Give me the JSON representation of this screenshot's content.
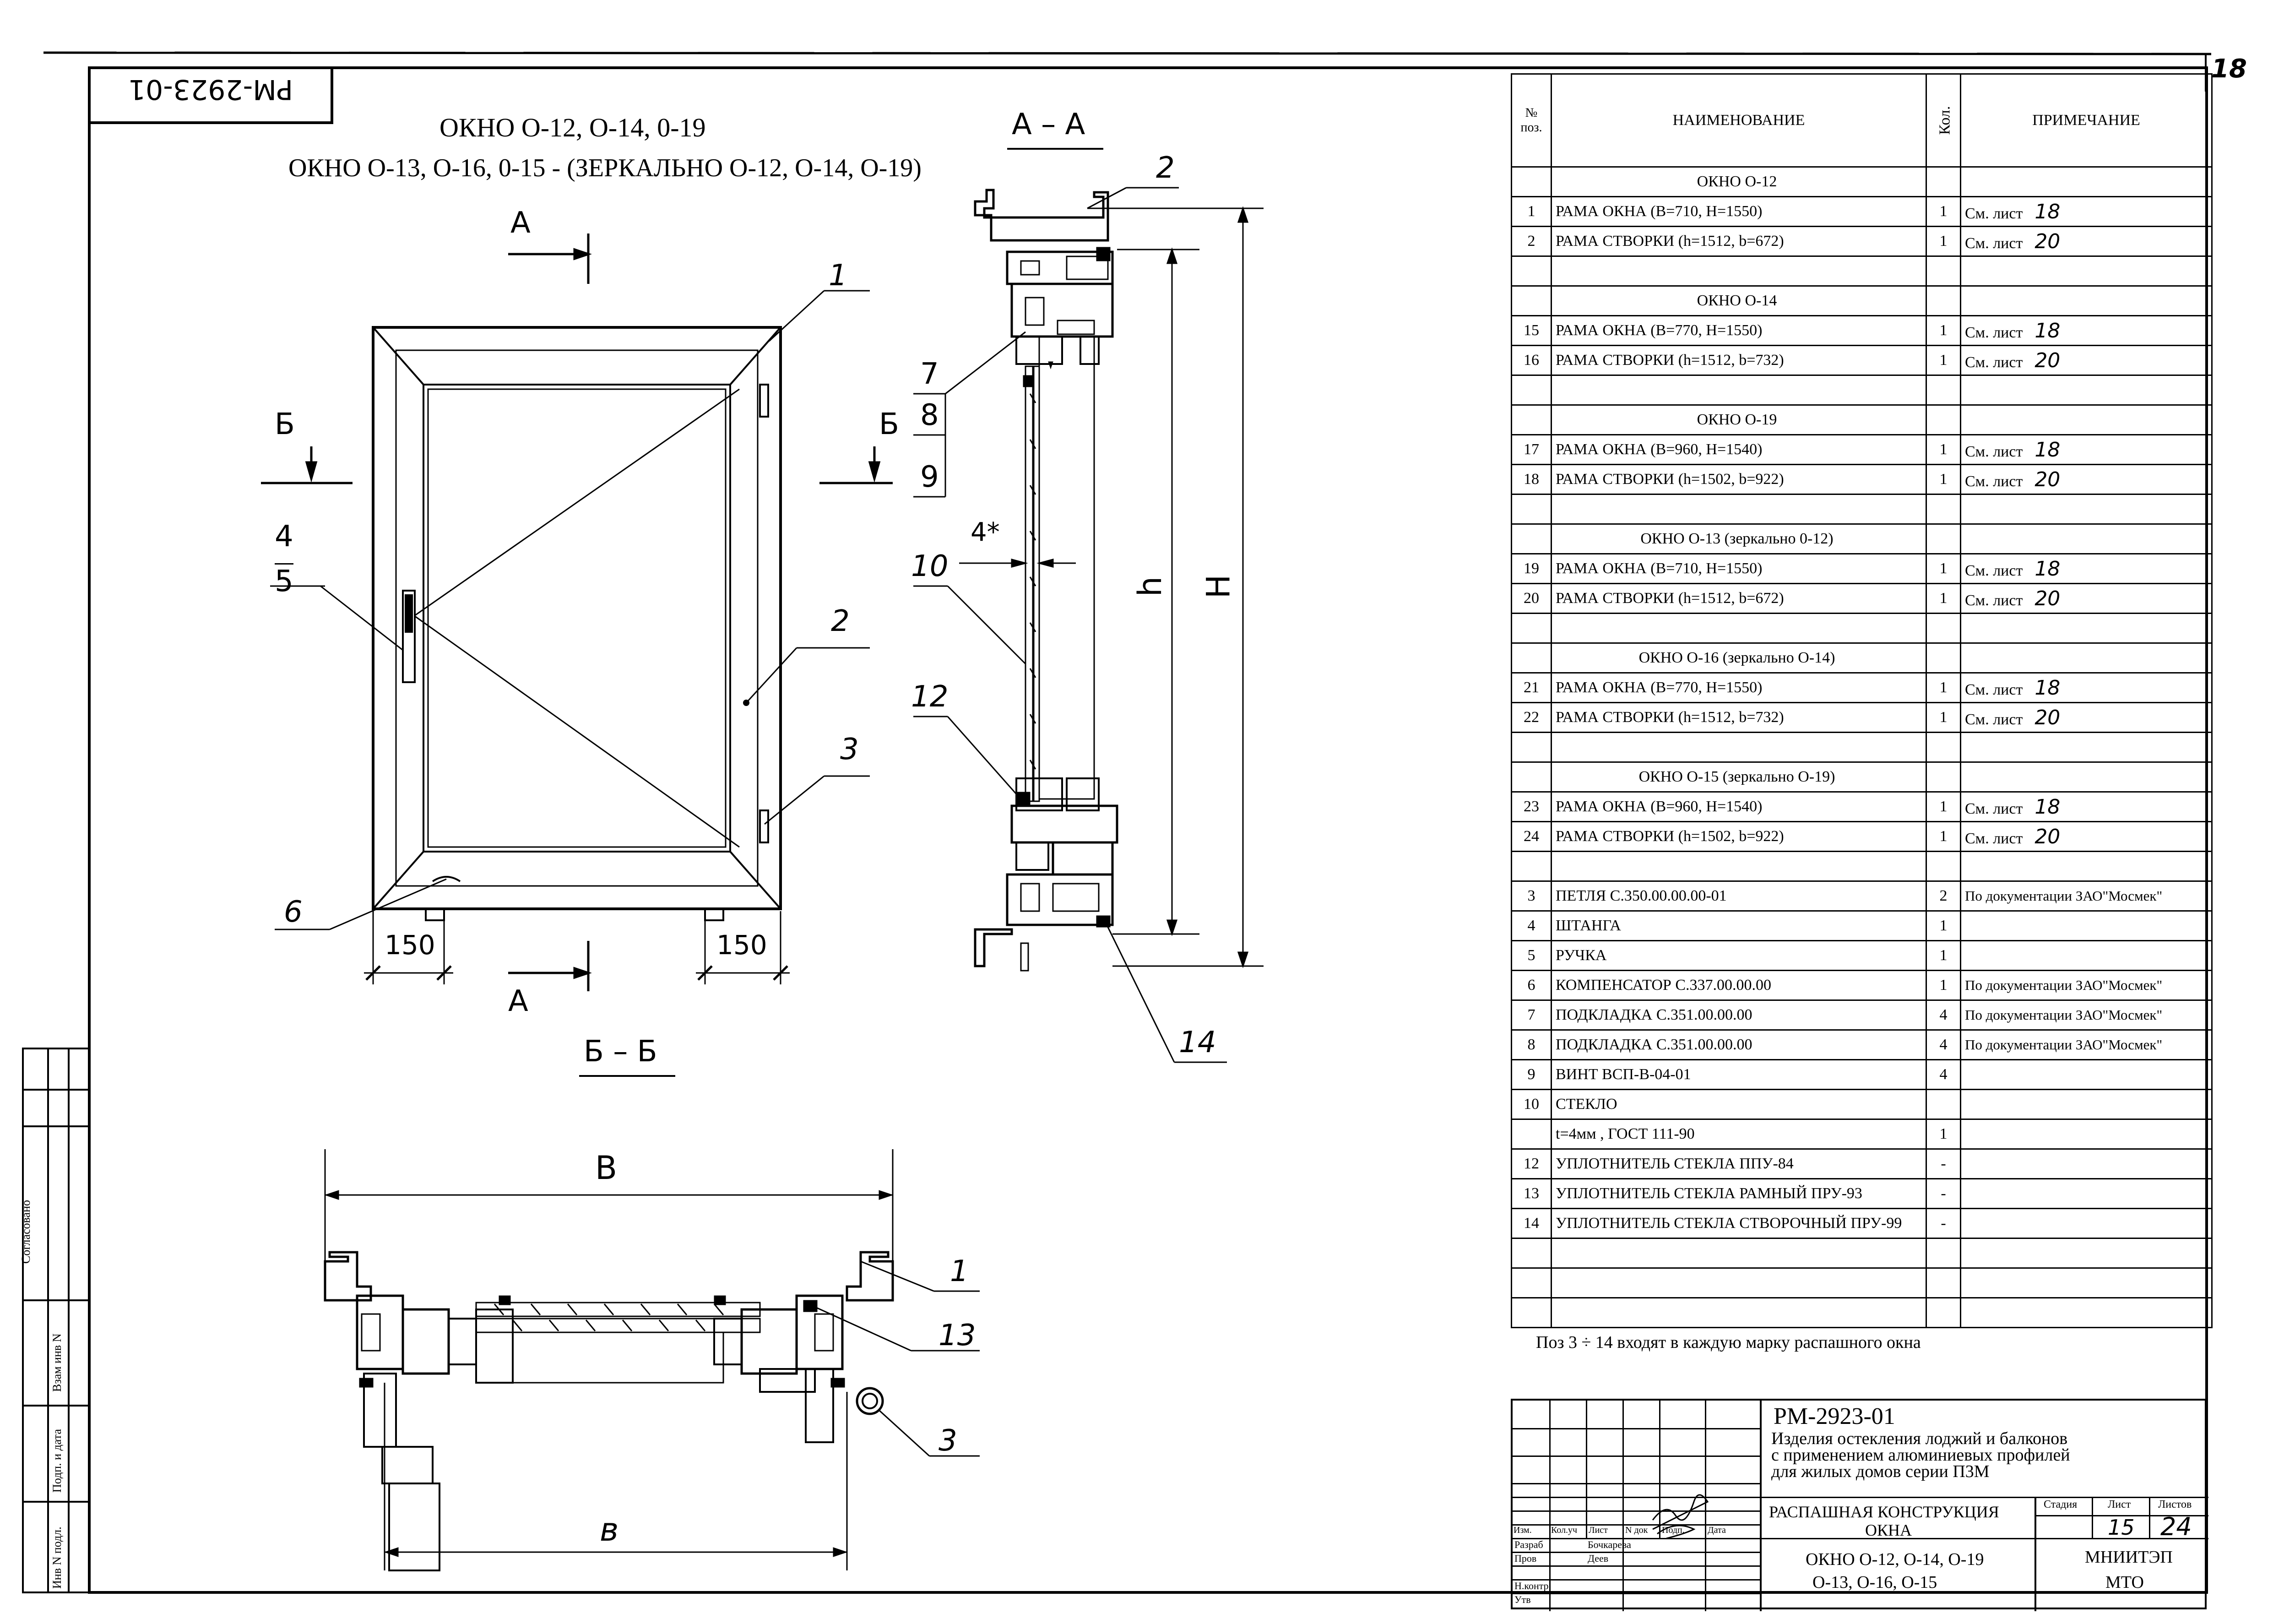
{
  "drawing_code": "PM-2923-01",
  "sheet_corner_number": "18",
  "window_titles": {
    "line1": "ОКНО  О-12, О-14, 0-19",
    "line2": "ОКНО  О-13, О-16, 0-15  -  (ЗЕРКАЛЬНО  О-12, О-14, О-19)"
  },
  "section_labels": {
    "aa_title": "А – А",
    "bb_title": "Б – Б",
    "a_mark": "А",
    "b_mark": "Б"
  },
  "elevation_callouts": [
    "1",
    "2",
    "3",
    "4",
    "5",
    "6"
  ],
  "section_aa_callouts": [
    "2",
    "7",
    "8",
    "9",
    "10",
    "12",
    "14"
  ],
  "section_bb_callouts": [
    "1",
    "13",
    "3"
  ],
  "dimensions": {
    "left_offset": "150",
    "right_offset": "150",
    "height_h": "h",
    "height_H": "H",
    "width_B": "B",
    "width_b": "в",
    "glass_thickness": "4*"
  },
  "spec_table": {
    "headers": {
      "pos": "№ поз.",
      "name": "НАИМЕНОВАНИЕ",
      "qty": "Кол.",
      "note": "ПРИМЕЧАНИЕ"
    },
    "rows": [
      {
        "pos": "",
        "name": "ОКНО  О-12",
        "qty": "",
        "note": "",
        "group": true
      },
      {
        "pos": "1",
        "name": "РАМА ОКНА  (В=710,  Н=1550)",
        "qty": "1",
        "note": "См. лист",
        "sheet": "18"
      },
      {
        "pos": "2",
        "name": "РАМА СТВОРКИ  (h=1512, b=672)",
        "qty": "1",
        "note": "См. лист",
        "sheet": "20"
      },
      {
        "pos": "",
        "name": "",
        "qty": "",
        "note": ""
      },
      {
        "pos": "",
        "name": "ОКНО  О-14",
        "qty": "",
        "note": "",
        "group": true
      },
      {
        "pos": "15",
        "name": "РАМА ОКНА  (В=770,  Н=1550)",
        "qty": "1",
        "note": "См. лист",
        "sheet": "18"
      },
      {
        "pos": "16",
        "name": "РАМА СТВОРКИ  (h=1512, b=732)",
        "qty": "1",
        "note": "См. лист",
        "sheet": "20"
      },
      {
        "pos": "",
        "name": "",
        "qty": "",
        "note": ""
      },
      {
        "pos": "",
        "name": "ОКНО  О-19",
        "qty": "",
        "note": "",
        "group": true
      },
      {
        "pos": "17",
        "name": "РАМА ОКНА  (В=960,  Н=1540)",
        "qty": "1",
        "note": "См. лист",
        "sheet": "18"
      },
      {
        "pos": "18",
        "name": "РАМА СТВОРКИ  (h=1502, b=922)",
        "qty": "1",
        "note": "См. лист",
        "sheet": "20"
      },
      {
        "pos": "",
        "name": "",
        "qty": "",
        "note": ""
      },
      {
        "pos": "",
        "name": "ОКНО  О-13 (зеркально 0-12)",
        "qty": "",
        "note": "",
        "group": true
      },
      {
        "pos": "19",
        "name": "РАМА ОКНА  (В=710,  Н=1550)",
        "qty": "1",
        "note": "См. лист",
        "sheet": "18"
      },
      {
        "pos": "20",
        "name": "РАМА СТВОРКИ  (h=1512, b=672)",
        "qty": "1",
        "note": "См. лист",
        "sheet": "20"
      },
      {
        "pos": "",
        "name": "",
        "qty": "",
        "note": ""
      },
      {
        "pos": "",
        "name": "ОКНО  О-16 (зеркально О-14)",
        "qty": "",
        "note": "",
        "group": true
      },
      {
        "pos": "21",
        "name": "РАМА ОКНА  (В=770,  Н=1550)",
        "qty": "1",
        "note": "См. лист",
        "sheet": "18"
      },
      {
        "pos": "22",
        "name": "РАМА СТВОРКИ  (h=1512, b=732)",
        "qty": "1",
        "note": "См. лист",
        "sheet": "20"
      },
      {
        "pos": "",
        "name": "",
        "qty": "",
        "note": ""
      },
      {
        "pos": "",
        "name": "ОКНО  О-15 (зеркально О-19)",
        "qty": "",
        "note": "",
        "group": true
      },
      {
        "pos": "23",
        "name": "РАМА ОКНА  (В=960,  Н=1540)",
        "qty": "1",
        "note": "См. лист",
        "sheet": "18"
      },
      {
        "pos": "24",
        "name": "РАМА СТВОРКИ  (h=1502, b=922)",
        "qty": "1",
        "note": "См. лист",
        "sheet": "20"
      },
      {
        "pos": "",
        "name": "",
        "qty": "",
        "note": ""
      },
      {
        "pos": "3",
        "name": "ПЕТЛЯ С.350.00.00.00-01",
        "qty": "2",
        "note": "По документации ЗАО\"Мосмек\""
      },
      {
        "pos": "4",
        "name": "ШТАНГА",
        "qty": "1",
        "note": ""
      },
      {
        "pos": "5",
        "name": "РУЧКА",
        "qty": "1",
        "note": ""
      },
      {
        "pos": "6",
        "name": "КОМПЕНСАТОР С.337.00.00.00",
        "qty": "1",
        "note": "По документации ЗАО\"Мосмек\""
      },
      {
        "pos": "7",
        "name": "ПОДКЛАДКА С.351.00.00.00",
        "qty": "4",
        "note": "По документации ЗАО\"Мосмек\""
      },
      {
        "pos": "8",
        "name": "ПОДКЛАДКА С.351.00.00.00",
        "qty": "4",
        "note": "По документации ЗАО\"Мосмек\""
      },
      {
        "pos": "9",
        "name": "ВИНТ ВСП-В-04-01",
        "qty": "4",
        "note": ""
      },
      {
        "pos": "10",
        "name": "СТЕКЛО",
        "qty": "",
        "note": ""
      },
      {
        "pos": "",
        "name": "t=4мм , ГОСТ 111-90",
        "qty": "1",
        "note": ""
      },
      {
        "pos": "12",
        "name": "УПЛОТНИТЕЛЬ СТЕКЛА ППУ-84",
        "qty": "-",
        "note": ""
      },
      {
        "pos": "13",
        "name": "УПЛОТНИТЕЛЬ СТЕКЛА  РАМНЫЙ ПРУ-93",
        "qty": "-",
        "note": ""
      },
      {
        "pos": "14",
        "name": "УПЛОТНИТЕЛЬ СТЕКЛА  СТВОРОЧНЫЙ ПРУ-99",
        "qty": "-",
        "note": ""
      },
      {
        "pos": "",
        "name": "",
        "qty": "",
        "note": ""
      },
      {
        "pos": "",
        "name": "",
        "qty": "",
        "note": ""
      },
      {
        "pos": "",
        "name": "",
        "qty": "",
        "note": ""
      }
    ]
  },
  "footnote": "Поз 3 ÷ 14  входят  в каждую марку распашного окна",
  "title_block": {
    "code": "РМ-2923-01",
    "project": [
      "Изделия остекления лоджий и балконов",
      "с применением алюминиевых профилей",
      "для жилых домов серии П3М"
    ],
    "col_headers": [
      "Изм.",
      "Кол.уч",
      "Лист",
      "N док",
      "Подп.",
      "Дата"
    ],
    "roles": [
      {
        "role": "Разраб",
        "name": "Бочкарева"
      },
      {
        "role": "Пров",
        "name": "Деев"
      },
      {
        "role": "Н.контр",
        "name": ""
      },
      {
        "role": "Утв",
        "name": ""
      }
    ],
    "title": [
      "РАСПАШНАЯ КОНСТРУКЦИЯ",
      "ОКНА"
    ],
    "subtitle": [
      "ОКНО  О-12, О-14,  О-19",
      "О-13, О-16,  О-15"
    ],
    "stage_label": "Стадия",
    "sheet_label": "Лист",
    "sheets_label": "Листов",
    "sheet": "15",
    "sheets": "24",
    "org": [
      "МНИИТЭП",
      "МТО"
    ]
  },
  "side_stamp": [
    "Согласовано",
    "Взам инв N",
    "Подп. и дата",
    "Инв N подл."
  ]
}
